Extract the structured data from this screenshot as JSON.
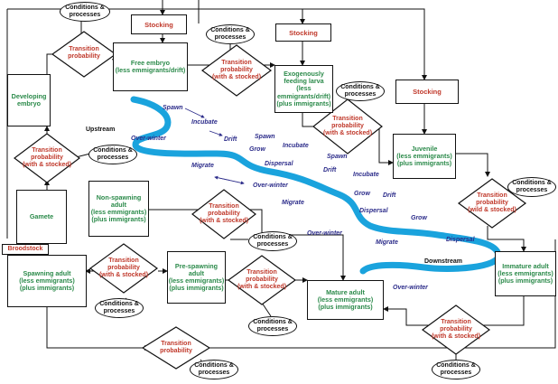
{
  "nodes": {
    "stocking_1": "Stocking",
    "stocking_2": "Stocking",
    "stocking_3": "Stocking",
    "free_embryo": "Free embryo\n(less emmigrants/drift)",
    "exogenous_larva": "Exogenously\nfeeding larva\n(less emmigrants/drift)\n(plus immigrants)",
    "developing_embryo": "Developing\nembryo",
    "gamete": "Gamete",
    "broodstock": "Broodstock",
    "spawning_adult": "Spawning adult\n(less emmigrants)\n(plus immigrants)",
    "non_spawning_adult": "Non-spawning\nadult\n(less emmigrants)\n(plus immigrants)",
    "pre_spawning_adult": "Pre-spawning\nadult\n(less emmigrants)\n(plus immigrants)",
    "mature_adult": "Mature adult\n(less emmigrants)\n(plus immigrants)",
    "juvenile": "Juvenile\n(less emmigrants)\n(plus immigrants)",
    "immature_adult": "Immature adult\n(less emmigrants)\n(plus immigrants)"
  },
  "diamonds": {
    "d1": "Transition\nprobability",
    "d2": "Transition\nprobability\n(with & stocked)",
    "d3": "Transition\nprobability\n(with & stocked)",
    "d4": "Transition\nprobability\n(with & stocked)",
    "d5": "Transition\nprobability\n(with & stocked)",
    "d6": "Transition\nprobability\n(wild & stocked)",
    "d7": "Transition\nprobability\n(with & stocked)",
    "d8": "Transition\nprobability\n(with & stocked)",
    "d9": "Transition\nprobability",
    "d10": "Transition\nprobability\n(with & stocked)"
  },
  "conditions_label": "Conditions &\nprocesses",
  "river_labels": {
    "upstream": "Upstream",
    "downstream": "Downstream",
    "spawn1": "Spawn",
    "incubate1": "Incubate",
    "overwinter1": "Over-winter",
    "drift1": "Drift",
    "spawn2": "Spawn",
    "grow1": "Grow",
    "incubate2": "Incubate",
    "dispersal1": "Dispersal",
    "migrate1": "Migrate",
    "overwinter2": "Over-winter",
    "spawn3": "Spawn",
    "drift2": "Drift",
    "incubate3": "Incubate",
    "grow2": "Grow",
    "drift3": "Drift",
    "migrate2": "Migrate",
    "dispersal2": "Dispersal",
    "grow3": "Grow",
    "overwinter3": "Over-winter",
    "dispersal3": "Dispersal",
    "migrate3": "Migrate",
    "overwinter4": "Over-winter"
  },
  "colors": {
    "river": "#1aa3dd",
    "life_stage_text": "#2b8a4a",
    "probability_text": "#c0392b",
    "river_label_text": "#2c2c8a"
  }
}
